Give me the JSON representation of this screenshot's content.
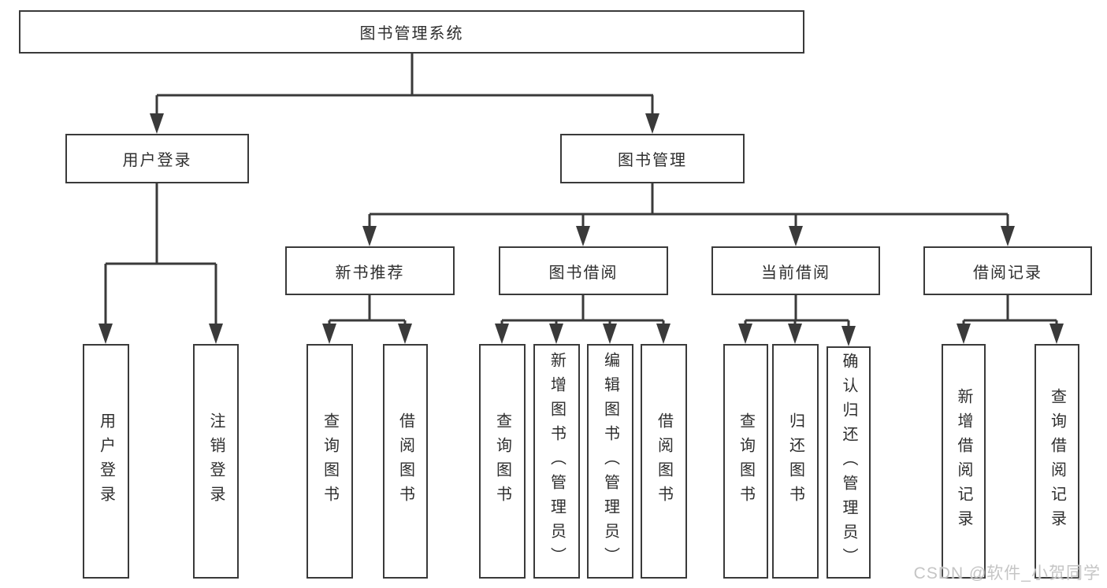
{
  "diagram_title": "图书管理系统",
  "watermark": "CSDN @软件_小贺同学",
  "colors": {
    "line": "#3a3a3a",
    "text": "#2e2e2e",
    "box_background": "#ffffff",
    "watermark": "#c5c5c5"
  },
  "nodes": {
    "root": "图书管理系统",
    "user_login": "用户登录",
    "book_mgmt": "图书管理",
    "new_book_rec": "新书推荐",
    "book_borrow": "图书借阅",
    "current_borrow": "当前借阅",
    "borrow_record": "借阅记录",
    "user_login_leaf": "用户登录",
    "logout_leaf": "注销登录",
    "rec_query_book": "查询图书",
    "rec_borrow_book": "借阅图书",
    "bor_query_book": "查询图书",
    "bor_add_book": "新增图书（管理员）",
    "bor_edit_book": "编辑图书（管理员）",
    "bor_borrow_book": "借阅图书",
    "cur_query_book": "查询图书",
    "cur_return_book": "归还图书",
    "cur_confirm_return": "确认归还（管理员）",
    "rec2_add_record": "新增借阅记录",
    "rec2_query_record": "查询借阅记录"
  },
  "hierarchy": {
    "图书管理系统": {
      "用户登录": [
        "用户登录",
        "注销登录"
      ],
      "图书管理": {
        "新书推荐": [
          "查询图书",
          "借阅图书"
        ],
        "图书借阅": [
          "查询图书",
          "新增图书（管理员）",
          "编辑图书（管理员）",
          "借阅图书"
        ],
        "当前借阅": [
          "查询图书",
          "归还图书",
          "确认归还（管理员）"
        ],
        "借阅记录": [
          "新增借阅记录",
          "查询借阅记录"
        ]
      }
    }
  }
}
